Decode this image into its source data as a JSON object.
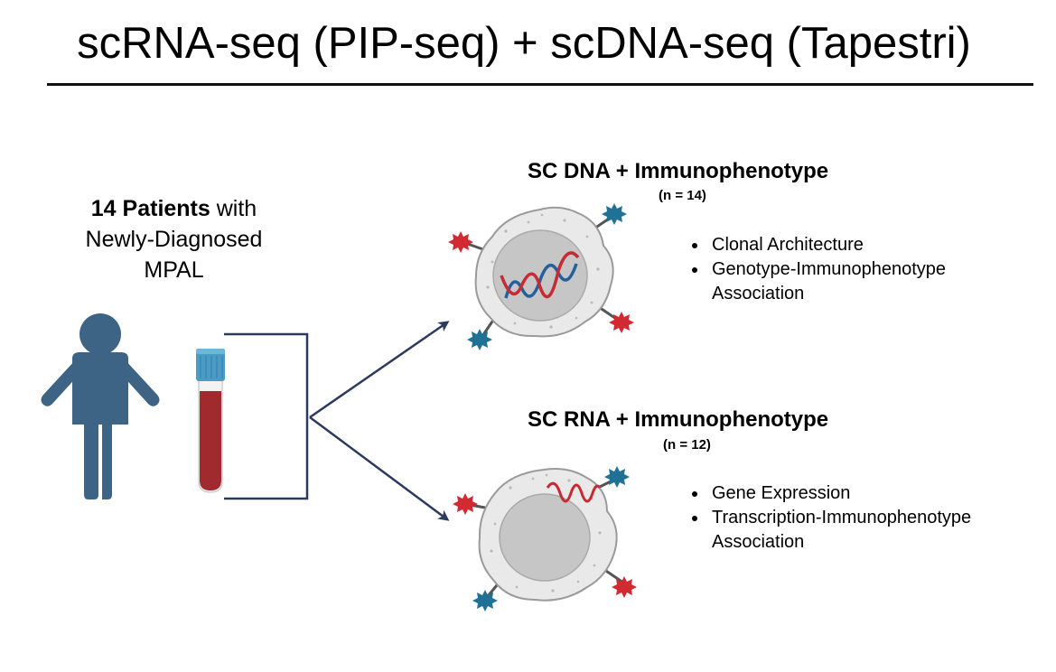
{
  "title": "scRNA-seq (PIP-seq) + scDNA-seq (Tapestri)",
  "patients": {
    "count_bold": "14 Patients",
    "line1_rest": " with",
    "line2": "Newly-Diagnosed",
    "line3": "MPAL"
  },
  "dna_panel": {
    "title": "SC DNA + Immunophenotype",
    "n": "(n = 14)",
    "bullets": [
      "Clonal Architecture",
      "Genotype-Immunophenotype",
      "Association"
    ]
  },
  "rna_panel": {
    "title": "SC RNA + Immunophenotype",
    "n": "(n = 12)",
    "bullets": [
      "Gene Expression",
      "Transcription-Immunophenotype",
      "Association"
    ]
  },
  "colors": {
    "person": "#3d6484",
    "tube_blood": "#a12a2e",
    "tube_cap": "#4a9cc4",
    "arrow": "#2c3a5e",
    "cell_fill": "#e9e9e9",
    "cell_nucleus": "#c6c6c6",
    "marker_red": "#d12a33",
    "marker_blue": "#1f7196",
    "dna_red": "#c62b32",
    "dna_blue": "#24609c"
  },
  "icons": [
    "person-icon",
    "blood-tube-icon",
    "cell-icon",
    "dna-helix-icon",
    "rna-strand-icon",
    "receptor-marker-icon"
  ]
}
